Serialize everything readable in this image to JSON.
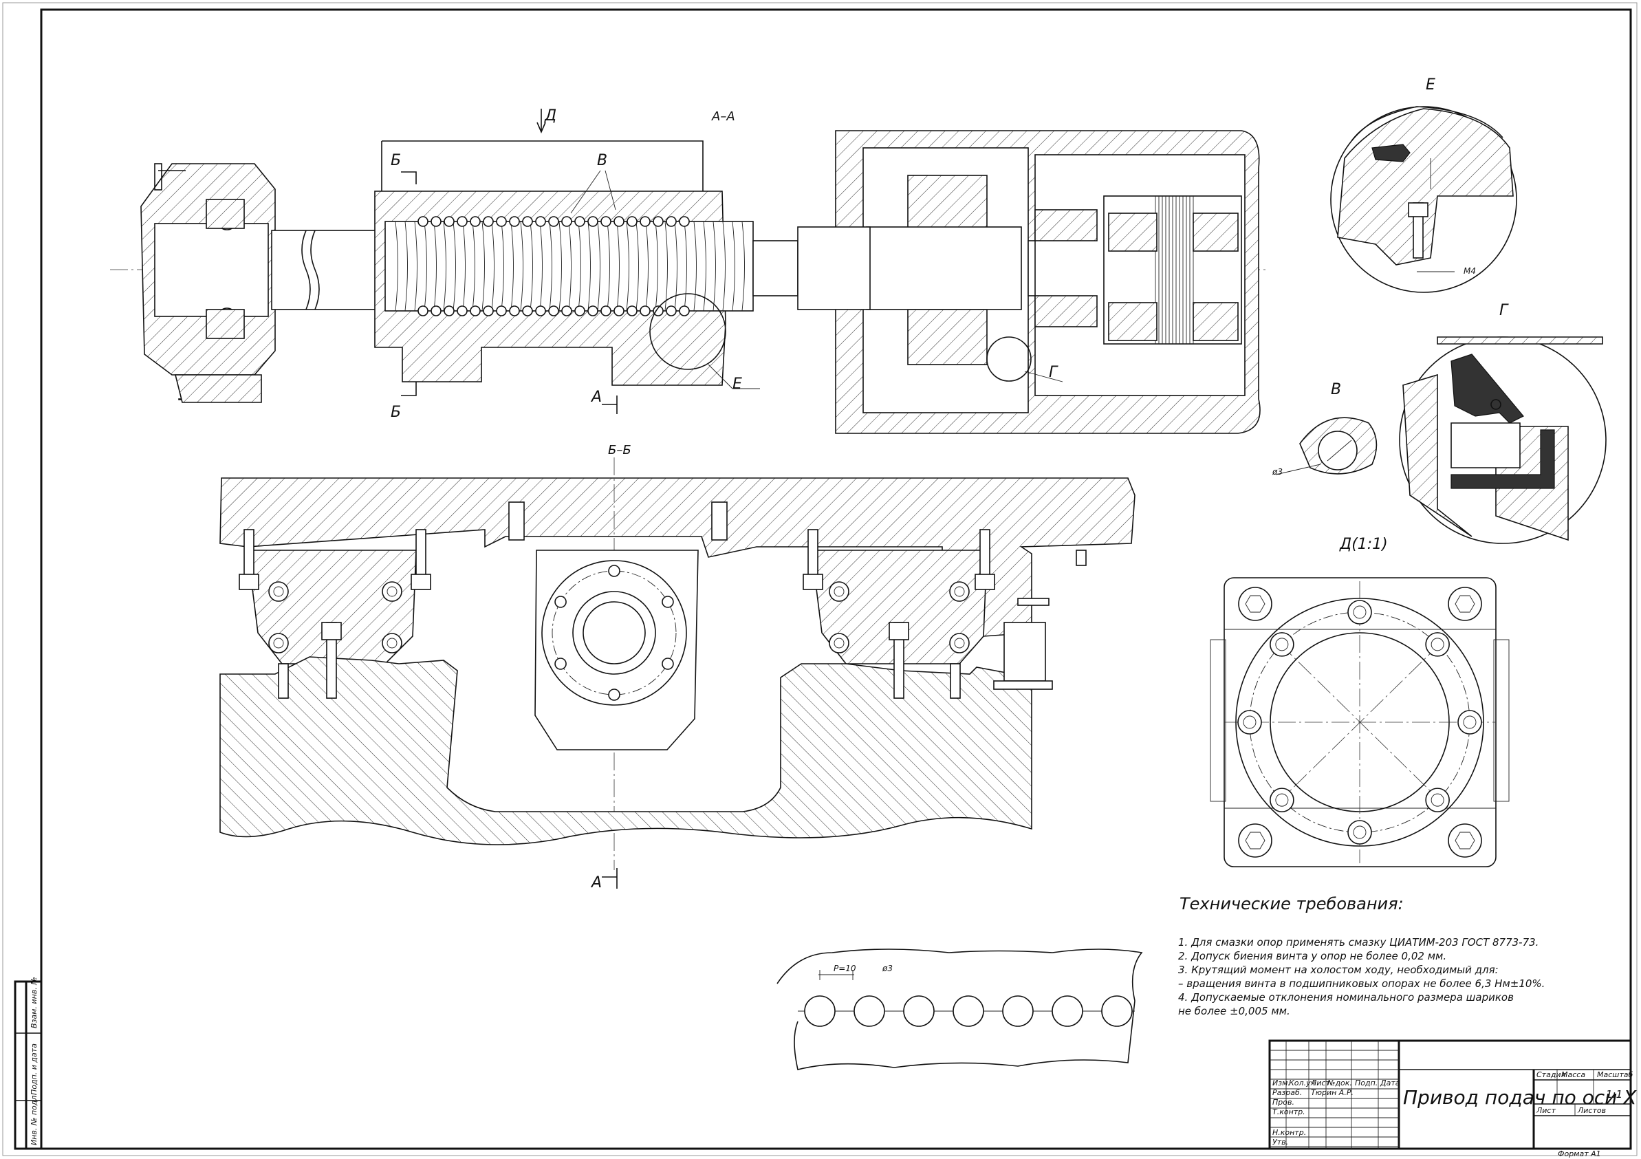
{
  "views": {
    "section_aa": "А–А",
    "section_bb": "Б–Б",
    "view_d": "Д(1:1)",
    "detail_e": "Е",
    "detail_g": "Г",
    "detail_v": "В"
  },
  "markers": {
    "d": "Д",
    "b": "Б",
    "a": "А",
    "v": "В",
    "e": "Е",
    "g": "Г"
  },
  "dims": {
    "m4": "М4",
    "phi3_v": "ø3",
    "pitch": "P=10",
    "phi3_ball": "ø3"
  },
  "tech_requirements": {
    "title": "Технические требования:",
    "lines": [
      "1. Для смазки опор применять смазку ЦИАТИМ-203 ГОСТ 8773-73.",
      "2. Допуск биения винта у опор не более 0,02 мм.",
      "3. Крутящий момент на холостом ходу, необходимый для:",
      "– вращения винта в подшипниковых опорах не более 6,3 Нм±10%.",
      "4. Допускаемые отклонения номинального размера шариков",
      "не более ±0,005 мм."
    ]
  },
  "title_block": {
    "title": "Привод подач по оси X",
    "headers": [
      "Изм.",
      "Кол.уч",
      "Лист",
      "№док.",
      "Подп.",
      "Дата"
    ],
    "roles": [
      "Разраб.",
      "Пров.",
      "Т.контр.",
      "Н.контр.",
      "Утв."
    ],
    "developer": "Тюрин А.Р.",
    "stage_label": "Стадия",
    "mass_label": "Масса",
    "scale_label": "Масштаб",
    "scale": "1:1",
    "sheet_label": "Лист",
    "sheets_label": "Листов",
    "format": "Формат    А1"
  },
  "side_stamp": [
    "Взам. инв. №",
    "Подп. и дата",
    "Инв. № подл."
  ]
}
